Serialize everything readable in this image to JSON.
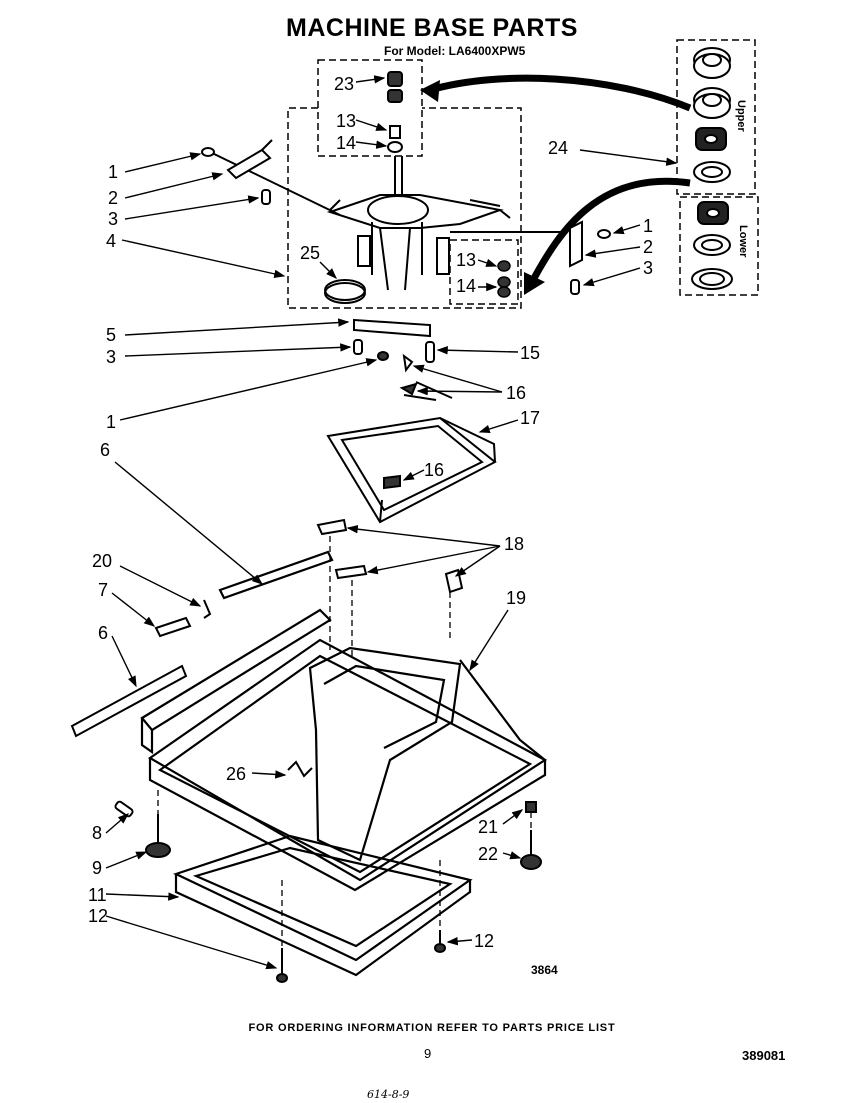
{
  "header": {
    "title": "MACHINE BASE PARTS",
    "subtitle": "For Model: LA6400XPW5"
  },
  "callouts": {
    "c23": "23",
    "c13a": "13",
    "c14a": "14",
    "c24": "24",
    "c1a": "1",
    "c2a": "2",
    "c3a": "3",
    "c4": "4",
    "c25": "25",
    "c13b": "13",
    "c14b": "14",
    "c1b": "1",
    "c2b": "2",
    "c3b": "3",
    "c5": "5",
    "c3c": "3",
    "c15": "15",
    "c16a": "16",
    "c1c": "1",
    "c17": "17",
    "c6a": "6",
    "c16b": "16",
    "c18": "18",
    "c20": "20",
    "c7": "7",
    "c19": "19",
    "c6b": "6",
    "c26": "26",
    "c21": "21",
    "c8": "8",
    "c22": "22",
    "c9": "9",
    "c11": "11",
    "c12a": "12",
    "c12b": "12"
  },
  "kit": {
    "upper": "Upper",
    "lower": "Lower"
  },
  "diagram_number": "3864",
  "footer": {
    "ordering_note": "FOR ORDERING INFORMATION REFER TO PARTS PRICE LIST",
    "page_number": "9",
    "document_number": "389081",
    "handwritten_note": "614-8-9"
  }
}
